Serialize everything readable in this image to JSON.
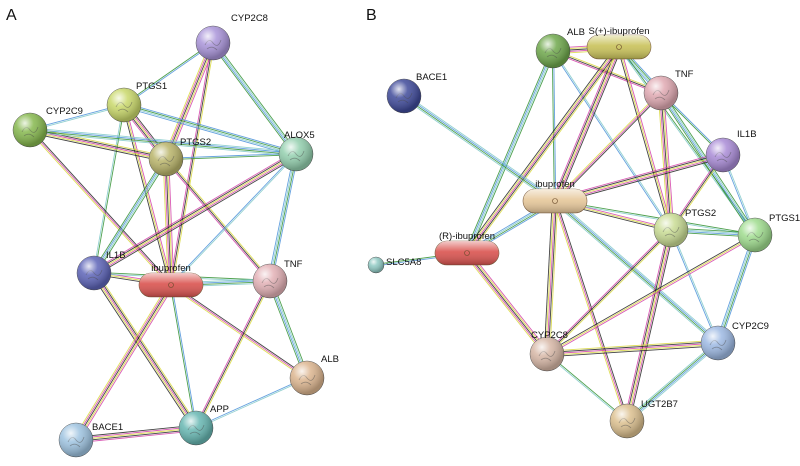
{
  "panels": [
    {
      "letter": "A",
      "nodes": [
        {
          "id": "CYP2C8",
          "label": "CYP2C8",
          "kind": "protein",
          "color": "#a994d9"
        },
        {
          "id": "PTGS1",
          "label": "PTGS1",
          "kind": "protein",
          "color": "#c9d86a"
        },
        {
          "id": "CYP2C9",
          "label": "CYP2C9",
          "kind": "protein",
          "color": "#86b84e"
        },
        {
          "id": "PTGS2",
          "label": "PTGS2",
          "kind": "protein",
          "color": "#b9b46a"
        },
        {
          "id": "ALOX5",
          "label": "ALOX5",
          "kind": "protein",
          "color": "#93cfae"
        },
        {
          "id": "IL1B",
          "label": "IL1B",
          "kind": "protein",
          "color": "#5d64b8"
        },
        {
          "id": "ibuprofen",
          "label": "ibuprofen",
          "kind": "chemical",
          "color": "#d9534f"
        },
        {
          "id": "TNF",
          "label": "TNF",
          "kind": "protein",
          "color": "#e3b1b6"
        },
        {
          "id": "ALB",
          "label": "ALB",
          "kind": "protein",
          "color": "#dcb58f"
        },
        {
          "id": "BACE1",
          "label": "BACE1",
          "kind": "protein",
          "color": "#9ec3e0"
        },
        {
          "id": "APP",
          "label": "APP",
          "kind": "protein",
          "color": "#67b7b2"
        }
      ],
      "edges": [
        [
          "CYP2C8",
          "PTGS1"
        ],
        [
          "CYP2C8",
          "PTGS2"
        ],
        [
          "CYP2C8",
          "ALOX5"
        ],
        [
          "CYP2C8",
          "ibuprofen"
        ],
        [
          "PTGS1",
          "CYP2C9"
        ],
        [
          "PTGS1",
          "PTGS2"
        ],
        [
          "PTGS1",
          "ALOX5"
        ],
        [
          "PTGS1",
          "ibuprofen"
        ],
        [
          "PTGS1",
          "IL1B"
        ],
        [
          "CYP2C9",
          "PTGS2"
        ],
        [
          "CYP2C9",
          "ALOX5"
        ],
        [
          "CYP2C9",
          "ibuprofen"
        ],
        [
          "PTGS2",
          "ALOX5"
        ],
        [
          "PTGS2",
          "ibuprofen"
        ],
        [
          "PTGS2",
          "IL1B"
        ],
        [
          "PTGS2",
          "TNF"
        ],
        [
          "ALOX5",
          "ibuprofen"
        ],
        [
          "ALOX5",
          "IL1B"
        ],
        [
          "ALOX5",
          "TNF"
        ],
        [
          "IL1B",
          "ibuprofen"
        ],
        [
          "IL1B",
          "TNF"
        ],
        [
          "IL1B",
          "APP"
        ],
        [
          "ibuprofen",
          "TNF"
        ],
        [
          "ibuprofen",
          "ALB"
        ],
        [
          "ibuprofen",
          "APP"
        ],
        [
          "ibuprofen",
          "BACE1"
        ],
        [
          "TNF",
          "ALB"
        ],
        [
          "TNF",
          "APP"
        ],
        [
          "ALB",
          "APP"
        ],
        [
          "BACE1",
          "APP"
        ]
      ]
    },
    {
      "letter": "B",
      "nodes": [
        {
          "id": "ALB",
          "label": "ALB",
          "kind": "protein",
          "color": "#6fa84c"
        },
        {
          "id": "S-ibu",
          "label": "S(+)-ibuprofen",
          "kind": "chemical",
          "color": "#c9c25a"
        },
        {
          "id": "BACE1",
          "label": "BACE1",
          "kind": "protein",
          "color": "#3f4a9a"
        },
        {
          "id": "TNF",
          "label": "TNF",
          "kind": "protein",
          "color": "#e0a9b2"
        },
        {
          "id": "IL1B",
          "label": "IL1B",
          "kind": "protein",
          "color": "#a98bd6"
        },
        {
          "id": "ibuprofen",
          "label": "ibuprofen",
          "kind": "chemical",
          "color": "#e6c79a"
        },
        {
          "id": "R-ibu",
          "label": "(R)-ibuprofen",
          "kind": "chemical",
          "color": "#d9534f"
        },
        {
          "id": "SLC5A8",
          "label": "SLC5A8",
          "kind": "protein",
          "color": "#8fc9c3"
        },
        {
          "id": "PTGS2",
          "label": "PTGS2",
          "kind": "protein",
          "color": "#c9dc94"
        },
        {
          "id": "PTGS1",
          "label": "PTGS1",
          "kind": "protein",
          "color": "#9fdc8e"
        },
        {
          "id": "CYP2C8",
          "label": "CYP2C8",
          "kind": "protein",
          "color": "#d7b7a6"
        },
        {
          "id": "CYP2C9",
          "label": "CYP2C9",
          "kind": "protein",
          "color": "#9db9e3"
        },
        {
          "id": "UGT2B7",
          "label": "UGT2B7",
          "kind": "protein",
          "color": "#dcc08f"
        }
      ],
      "edges": [
        [
          "ALB",
          "ibuprofen"
        ],
        [
          "ALB",
          "S-ibu"
        ],
        [
          "ALB",
          "R-ibu"
        ],
        [
          "ALB",
          "TNF"
        ],
        [
          "ALB",
          "PTGS2"
        ],
        [
          "S-ibu",
          "ibuprofen"
        ],
        [
          "S-ibu",
          "TNF"
        ],
        [
          "S-ibu",
          "PTGS2"
        ],
        [
          "S-ibu",
          "PTGS1"
        ],
        [
          "S-ibu",
          "R-ibu"
        ],
        [
          "BACE1",
          "ibuprofen"
        ],
        [
          "TNF",
          "ibuprofen"
        ],
        [
          "TNF",
          "IL1B"
        ],
        [
          "TNF",
          "PTGS2"
        ],
        [
          "TNF",
          "PTGS1"
        ],
        [
          "IL1B",
          "PTGS2"
        ],
        [
          "IL1B",
          "PTGS1"
        ],
        [
          "IL1B",
          "ibuprofen"
        ],
        [
          "ibuprofen",
          "R-ibu"
        ],
        [
          "ibuprofen",
          "PTGS2"
        ],
        [
          "ibuprofen",
          "PTGS1"
        ],
        [
          "ibuprofen",
          "CYP2C8"
        ],
        [
          "ibuprofen",
          "CYP2C9"
        ],
        [
          "ibuprofen",
          "UGT2B7"
        ],
        [
          "R-ibu",
          "SLC5A8"
        ],
        [
          "R-ibu",
          "CYP2C8"
        ],
        [
          "PTGS2",
          "PTGS1"
        ],
        [
          "PTGS2",
          "CYP2C8"
        ],
        [
          "PTGS2",
          "CYP2C9"
        ],
        [
          "PTGS2",
          "UGT2B7"
        ],
        [
          "PTGS1",
          "CYP2C9"
        ],
        [
          "PTGS1",
          "CYP2C8"
        ],
        [
          "CYP2C8",
          "UGT2B7"
        ],
        [
          "CYP2C8",
          "CYP2C9"
        ],
        [
          "CYP2C9",
          "UGT2B7"
        ]
      ]
    }
  ],
  "edge_colors": [
    "#4a90d9",
    "#d23fa8",
    "#2f8f2f",
    "#d8d83a",
    "#7fc8c8",
    "#222222"
  ]
}
